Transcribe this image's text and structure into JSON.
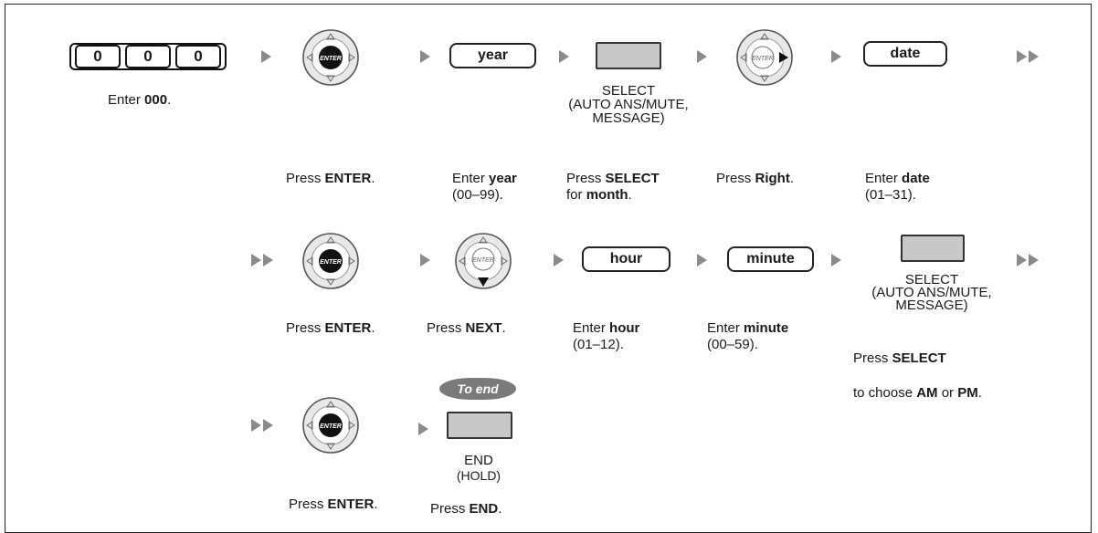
{
  "dial_keys": [
    "0",
    "0",
    "0"
  ],
  "steps": {
    "enter_000": {
      "prefix": "Enter ",
      "bold": "000",
      "suffix": "."
    },
    "press_enter": {
      "prefix": "Press ",
      "bold": "ENTER",
      "suffix": "."
    },
    "enter_year": {
      "line1_prefix": "Enter ",
      "line1_bold": "year",
      "line2": "(00–99)."
    },
    "press_select_month": {
      "line1_prefix": "Press ",
      "line1_bold": "SELECT",
      "line2_prefix": "for ",
      "line2_bold": "month",
      "line2_suffix": "."
    },
    "press_right": {
      "prefix": "Press ",
      "bold": "Right",
      "suffix": "."
    },
    "enter_date": {
      "line1_prefix": "Enter ",
      "line1_bold": "date",
      "line2": "(01–31)."
    },
    "press_next": {
      "prefix": "Press ",
      "bold": "NEXT",
      "suffix": "."
    },
    "enter_hour": {
      "line1_prefix": "Enter ",
      "line1_bold": "hour",
      "line2": "(01–12)."
    },
    "enter_minute": {
      "line1_prefix": "Enter ",
      "line1_bold": "minute",
      "line2": "(00–59)."
    },
    "press_select_ampm": {
      "line1_prefix": "Press ",
      "line1_bold": "SELECT",
      "line2_prefix": "to choose ",
      "line2_bold1": "AM",
      "line2_mid": " or ",
      "line2_bold2": "PM",
      "line2_suffix": "."
    },
    "press_end": {
      "prefix": "Press ",
      "bold": "END",
      "suffix": "."
    }
  },
  "input_boxes": {
    "year": "year",
    "date": "date",
    "hour": "hour",
    "minute": "minute"
  },
  "select_button": {
    "line1": "SELECT",
    "line2": "(AUTO ANS/MUTE,",
    "line3": "MESSAGE)"
  },
  "end_button": {
    "line1": "END",
    "line2": "(HOLD)"
  },
  "to_end_label": "To end",
  "nav_center_label": "ENTER"
}
